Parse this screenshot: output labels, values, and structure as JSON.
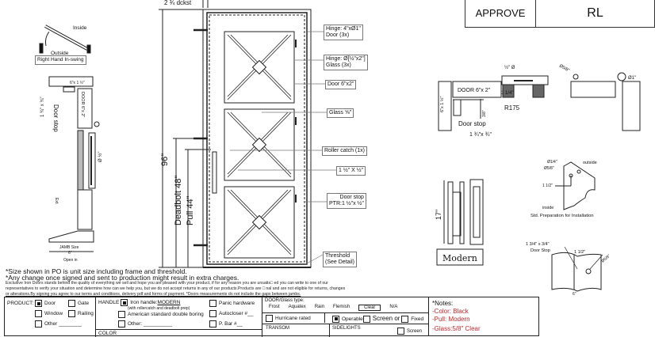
{
  "top_dimension": "2 ¾ dckst",
  "approve": {
    "label": "APPROVE",
    "value": "RL"
  },
  "swing": {
    "inside": "Inside",
    "outside": "Outside",
    "label": "Right Hand In-swing"
  },
  "left_section": {
    "frame": "6\"x 1 ½\"",
    "door": "DOOR 6\"x 2\"",
    "door_stop": "Door stop",
    "door_stop_size": "1 ¾\" x ¾\"",
    "glass": "Ø ½\"",
    "ext": "Ext.",
    "jamb": "JAMB Size",
    "jamb_size": "6\"",
    "open": "Open in"
  },
  "dimensions": {
    "height": "96\"",
    "deadbolt": "Deadbolt 48\"",
    "pull": "Pull 44\""
  },
  "callouts": {
    "hinge_door_1": "Hinge: 4\"xØ1\"",
    "hinge_door_2": "Door (3x)",
    "hinge_glass_1": "Hinge: Ø[½\"x2\"]",
    "hinge_glass_2": "Glass (3x)",
    "door_size": "Door 6\"x2\"",
    "glass": "Glass ⅝\"",
    "roller": "Roller catch  (1x)",
    "bar": "1 ½\" X ½\"",
    "stop_1": "Door stop",
    "stop_2": "PTR:1 ½\"x ½\"",
    "threshold_1": "Threshold",
    "threshold_2": "(See Detail)"
  },
  "top_section": {
    "door": "DOOR 6\"x 2\"",
    "frame": "6\"x 1 ½\"",
    "gap": "3/8\"",
    "r": "R175",
    "quarter": "1 1/4\"",
    "glass_hinge": "½\" Ø",
    "dia58": "Ø5/8\"",
    "dia1": "Ø1\"",
    "door_stop": "Door stop",
    "door_stop_size": "1 ¾\"x ¾\""
  },
  "handle": {
    "height": "17\"",
    "name": "Modern"
  },
  "prep": {
    "d14": "Ø1/4\"",
    "d58": "Ø5/8\"",
    "offset": "1 1/2\"",
    "outside": "outside",
    "inside": "inside",
    "caption": "Std. Preparation for Installation"
  },
  "stop_detail": {
    "size": "1 3/4\" x 3/4\"",
    "label": "Door Stop",
    "offset": "1 1/2\"",
    "dia": "Ø5/8\"",
    "width": "6\""
  },
  "notes_text": {
    "line1": "*Size shown in PO is unit size including frame and threshold.",
    "line2": "*Any change once signed and sent to production might result in extra charges.",
    "small1": "Exclusive Iron Doors stands behind the quality of everything we sell and hope you are pleased with your product, if for any reason you are unsatis□ ed you can write to one of our",
    "small2": "representatives to verify your situation and determine how can we help you, but we do not accept returns in any of our products.Products are □ nal and are not eligible for returns, changes",
    "small3": "or alterations.By signing you agree to our terms and conditions, delivery pdf and forms of payment. *Doors measurements do not include the gaps between jambs."
  },
  "form": {
    "product_label": "PRODUCT:",
    "door": "Door",
    "gate": "Gate",
    "window": "Window",
    "railing": "Railing",
    "other": "Other",
    "handle_label": "HANDLE",
    "iron_handle": "Iron handle:",
    "iron_handle_value": "MODERN",
    "iron_handle_sub": "(with rollercatch and deadbolt prep)",
    "american": "American standard double boring",
    "handle_other": "Other:",
    "panic": "Panic hardware",
    "autocloser": "Autocloser #",
    "pbar": "P. Bar #",
    "color_label": "COLOR",
    "glass_type": "DOOR/Glass type:",
    "glass_options": [
      "Frost",
      "Aquatex",
      "Rain",
      "Flemish",
      "Clear",
      "N/A"
    ],
    "hurricane": "Hurricane rated",
    "operable": "Operable",
    "screen": "Screen or",
    "fixed": "Fixed",
    "transom": "TRANSOM",
    "sidelights": "SIDELIGHTS",
    "screen2": "Screen"
  },
  "notes": {
    "title": "*Notes:",
    "color": "-Color: Black",
    "pull": "-Pull: Modern",
    "glass": "-Glass:5/8\"  Clear"
  }
}
